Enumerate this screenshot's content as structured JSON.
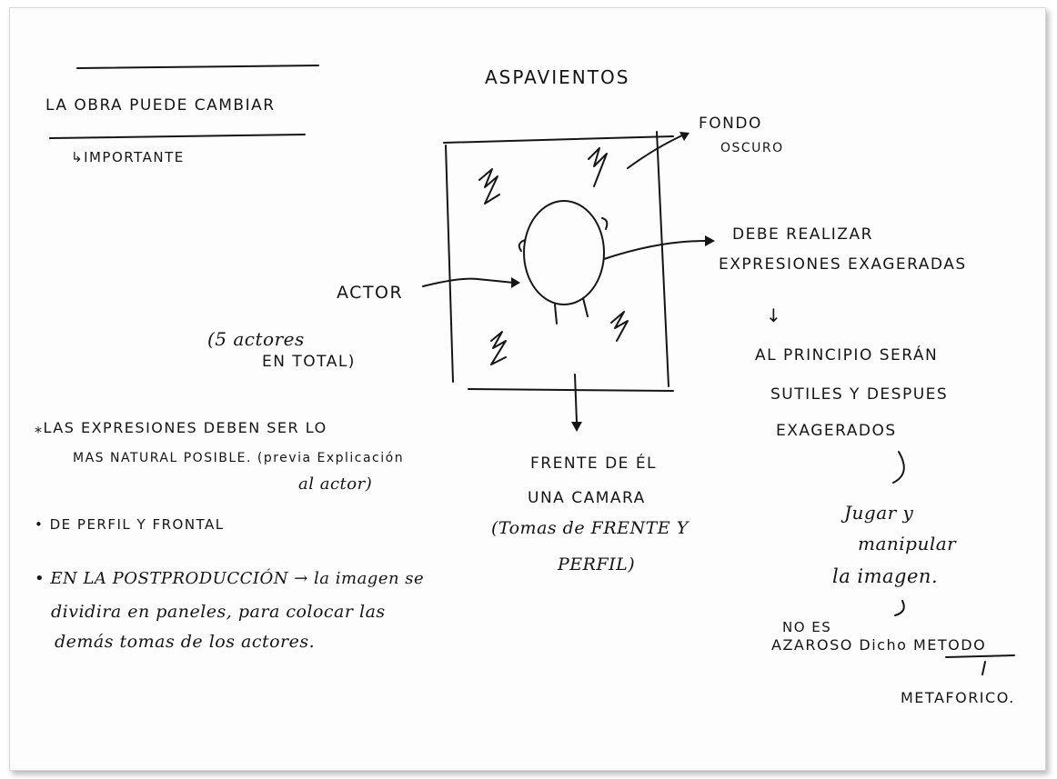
{
  "title": "ASPAVIENTOS",
  "left_header": {
    "line1": "LA OBRA PUEDE CAMBIAR",
    "line2": "↳IMPORTANTE"
  },
  "top_right": {
    "line1": "FONDO",
    "line2": "OSCURO"
  },
  "actor": {
    "label": "ACTOR",
    "note1": "(5 actores",
    "note2": "EN TOTAL)"
  },
  "right_notes": {
    "debe1": "DEBE REALIZAR",
    "debe2": "EXPRESIONES EXAGERADAS",
    "arrow": "↓",
    "prin1": "AL PRINCIPIO SERÁN",
    "prin2": "SUTILES Y DESPUES",
    "prin3": "EXAGERADOS",
    "jugar1": "Jugar y",
    "jugar2": "manipular",
    "jugar3": "la imagen.",
    "azar1": "NO ES",
    "azar2": "AZAROSO Dicho METODO",
    "metaf": "METAFORICO."
  },
  "bottom_center": {
    "line1": "FRENTE DE ÉL",
    "line2": "UNA CAMARA",
    "line3": "(Tomas de FRENTE Y",
    "line4": "PERFIL)"
  },
  "bullets": {
    "b1_line1": "⁎LAS EXPRESIONES DEBEN SER LO",
    "b1_line2": "MAS NATURAL POSIBLE. (previa Explicación",
    "b1_line3": "al actor)",
    "b2": "• DE PERFIL Y FRONTAL",
    "b3_line1": "• EN LA POSTPRODUCCIÓN → la imagen se",
    "b3_line2": "dividira en paneles, para colocar las",
    "b3_line3": "demás tomas de los actores."
  }
}
